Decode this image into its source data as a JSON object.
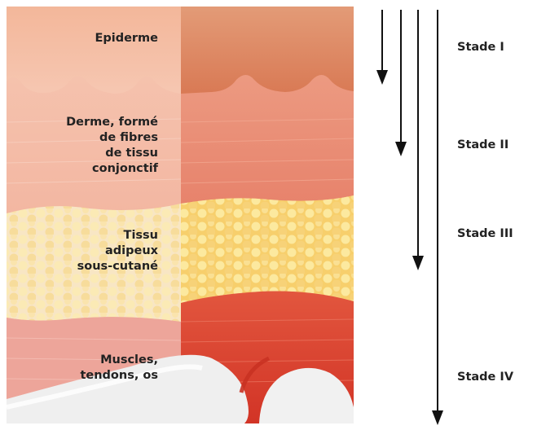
{
  "layers": {
    "epiderme": [
      "Epiderme"
    ],
    "derme": [
      "Derme, formé",
      "de fibres",
      "de tissu",
      "conjonctif"
    ],
    "adipeux": [
      "Tissu",
      "adipeux",
      "sous-cutané"
    ],
    "muscles": [
      "Muscles,",
      "tendons, os"
    ]
  },
  "stages": {
    "s1": "Stade I",
    "s2": "Stade II",
    "s3": "Stade III",
    "s4": "Stade IV"
  },
  "colors": {
    "epidermis_left": "#efb39a",
    "epidermis_right": "#d97e5c",
    "dermis_left": "#f2b9a4",
    "dermis_right": "#e88f78",
    "fat": "#f9dc8e",
    "muscle_left": "#e8908a",
    "muscle_right": "#d83a2c",
    "bone": "#f3f3f3",
    "arrow": "#111111"
  }
}
